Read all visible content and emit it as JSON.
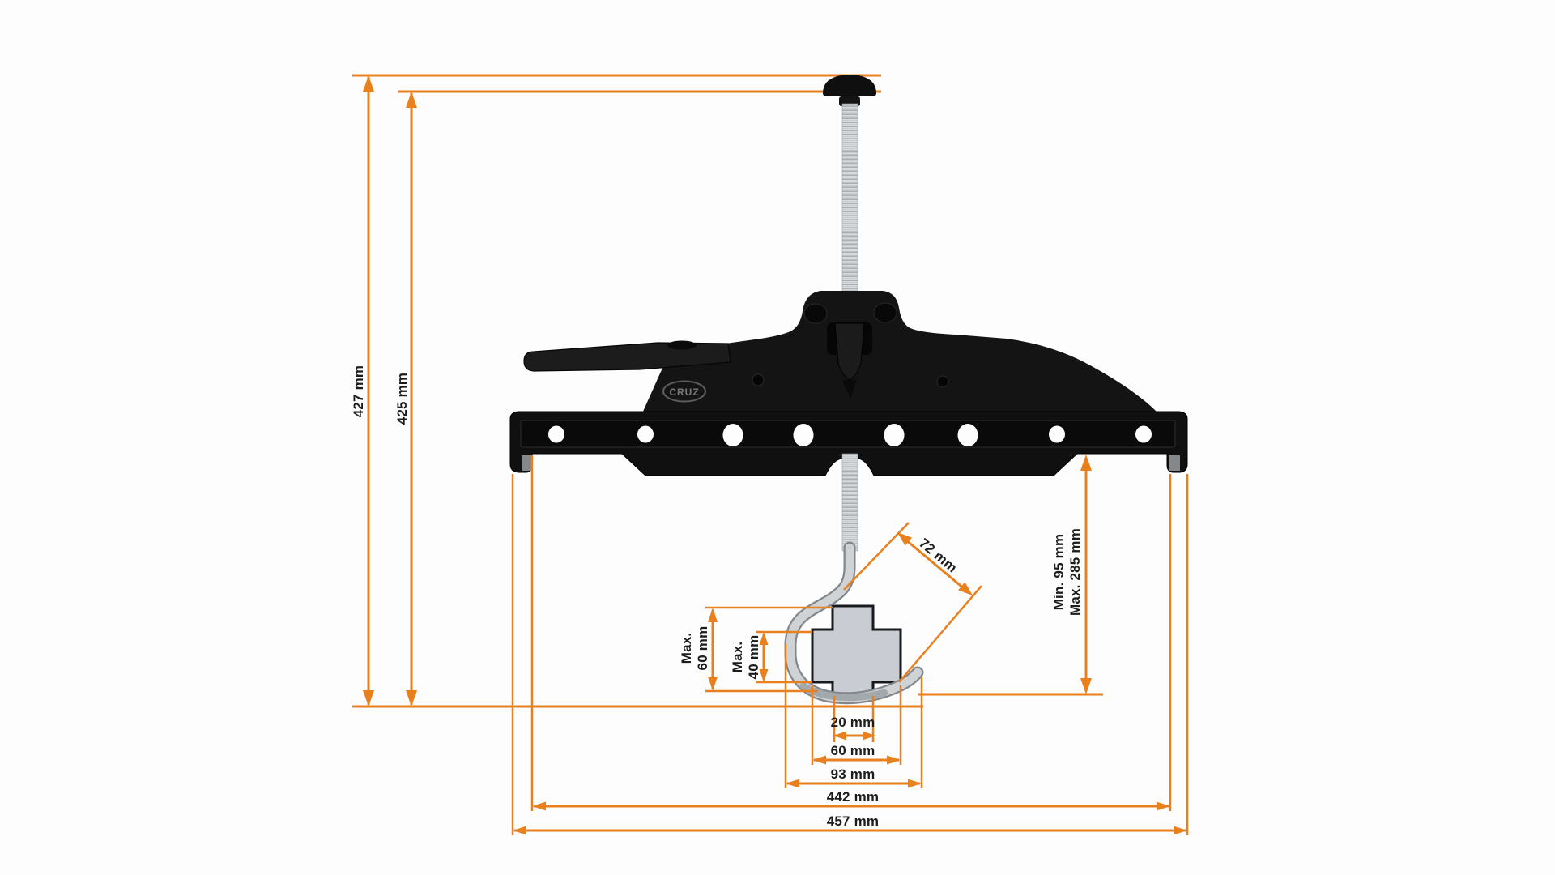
{
  "brand": {
    "logo_text": "CRUZ"
  },
  "diagram": {
    "type": "product-dimension-diagram",
    "subject": "clamp bracket with threaded rod and J-hook"
  },
  "colors": {
    "dimension_line": "#e8801e",
    "label_text": "#1d1d1b",
    "device_body": "#141414",
    "metal_rod": "#d9dbdd",
    "hook_metal": "#cfd3d6",
    "clamped_profile_fill": "#c9cdd3",
    "background": "#fdfdfe"
  },
  "dimensions": {
    "overall_height_outer": "427 mm",
    "overall_height_inner": "425 mm",
    "hook_opening_width": "72 mm",
    "mounting_height_min": "Min. 95 mm",
    "mounting_height_max": "Max. 285 mm",
    "profile_outer_height": {
      "prefix": "Max.",
      "value": "60 mm"
    },
    "profile_inner_height": {
      "prefix": "Max.",
      "value": "40 mm"
    },
    "tab_width": "20 mm",
    "profile_width": "60 mm",
    "hook_overall_width": "93 mm",
    "crossbar_inner_span": "442 mm",
    "crossbar_overall_width": "457 mm"
  }
}
